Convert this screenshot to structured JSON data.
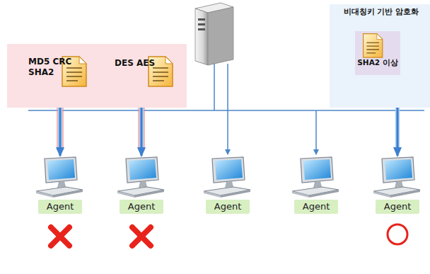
{
  "diagram": {
    "nodes": [
      {
        "text": [
          "MD5 CRC SHA2"
        ]
      },
      {
        "text": [
          "DES AES"
        ]
      },
      {
        "text": [
          "비대칭키 기반 암호화"
        ]
      },
      {
        "text": [
          "SHA2 이상"
        ],
        "in": 2
      },
      {
        "text": [
          "Agent"
        ]
      },
      {
        "text": [
          "Agent"
        ]
      },
      {
        "text": [
          "Agent"
        ]
      },
      {
        "text": [
          "Agent"
        ]
      },
      {
        "text": [
          "Agent"
        ]
      }
    ],
    "edges": [
      {
        "from": 0,
        "to": 4,
        "arrow": "to"
      },
      {
        "from": 1,
        "to": 5,
        "arrow": "to"
      },
      {
        "from": 2,
        "to": 8,
        "arrow": "to"
      }
    ]
  }
}
